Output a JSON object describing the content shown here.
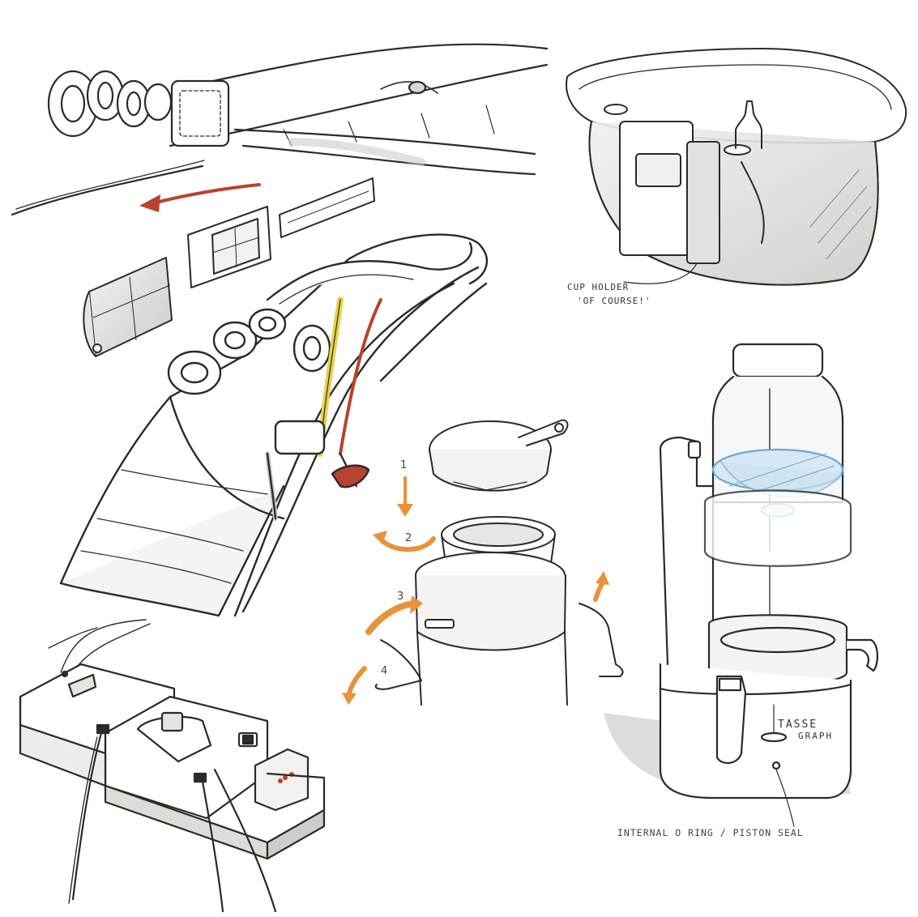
{
  "annotations": {
    "basket_note_line1": "CUP HOLDER",
    "basket_note_line2": "'OF COURSE!'",
    "brewer_brand_line1": "TASSE",
    "brewer_brand_line2": "GRAPH",
    "brewer_caption": "INTERNAL O RING / PISTON SEAL"
  },
  "steps": [
    "1",
    "2",
    "3",
    "4"
  ],
  "colors": {
    "ink": "#2a2a2a",
    "marker_grey": "#d8d6d4",
    "accent_red": "#b8432e",
    "accent_orange": "#e8923a",
    "accent_yellow": "#e6d24a",
    "accent_blue": "#6fa7cf"
  }
}
